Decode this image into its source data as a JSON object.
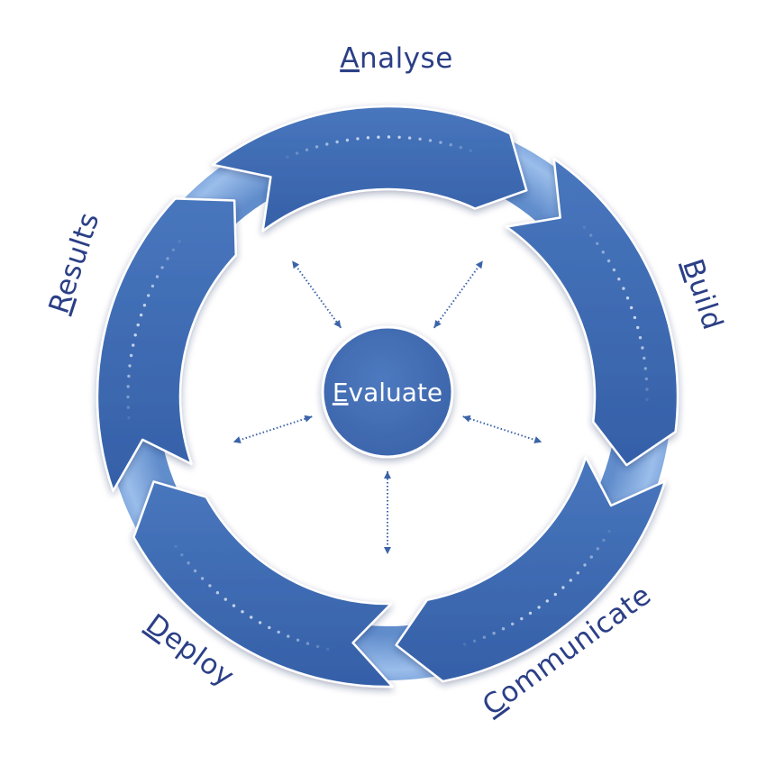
{
  "diagram": {
    "stages": [
      {
        "initial": "A",
        "rest": "nalyse"
      },
      {
        "initial": "B",
        "rest": "uild"
      },
      {
        "initial": "C",
        "rest": "ommunicate"
      },
      {
        "initial": "D",
        "rest": "eploy"
      },
      {
        "initial": "R",
        "rest": "esults"
      }
    ],
    "center": {
      "initial": "E",
      "rest": "valuate"
    },
    "colors": {
      "segment": "#3f6db3",
      "ring": "#78a4dd",
      "label": "#2b3f86",
      "center": "#4169b0",
      "connector": "#3b63a8"
    }
  }
}
